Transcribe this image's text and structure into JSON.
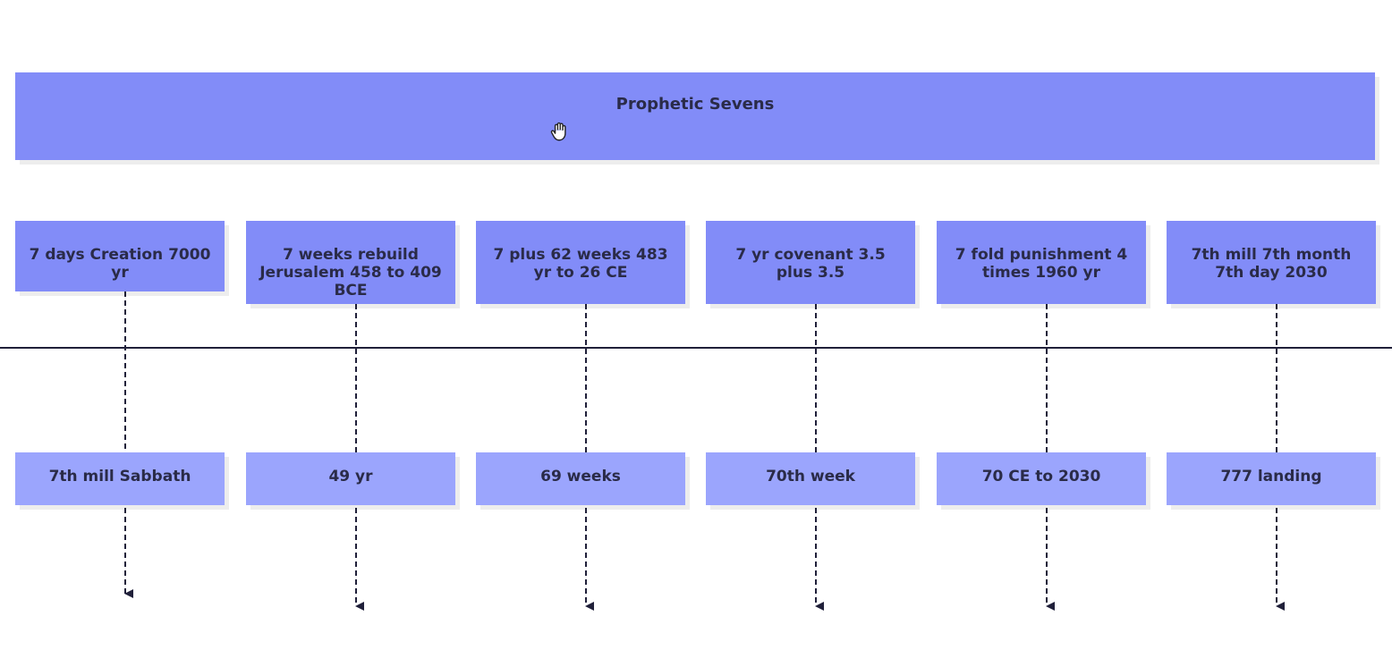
{
  "colors": {
    "title_fill": "#828cf8",
    "period_fill": "#828cf8",
    "event_fill": "#9ba5fd",
    "text": "#2a2b48",
    "line": "#20203a"
  },
  "icons": {
    "cursor": "hand-grab-icon"
  },
  "timeline": {
    "title": "Prophetic Sevens",
    "sections": [
      {
        "period": "7 days Creation 7000 yr",
        "event": "7th mill Sabbath"
      },
      {
        "period": "7 weeks rebuild Jerusalem 458 to 409 BCE",
        "event": "49 yr"
      },
      {
        "period": "7 plus 62 weeks 483 yr to 26 CE",
        "event": "69 weeks"
      },
      {
        "period": "7 yr covenant 3.5 plus 3.5",
        "event": "70th week"
      },
      {
        "period": "7 fold punishment 4 times 1960 yr",
        "event": "70 CE to 2030"
      },
      {
        "period": "7th mill 7th month 7th day 2030",
        "event": "777 landing"
      }
    ]
  }
}
